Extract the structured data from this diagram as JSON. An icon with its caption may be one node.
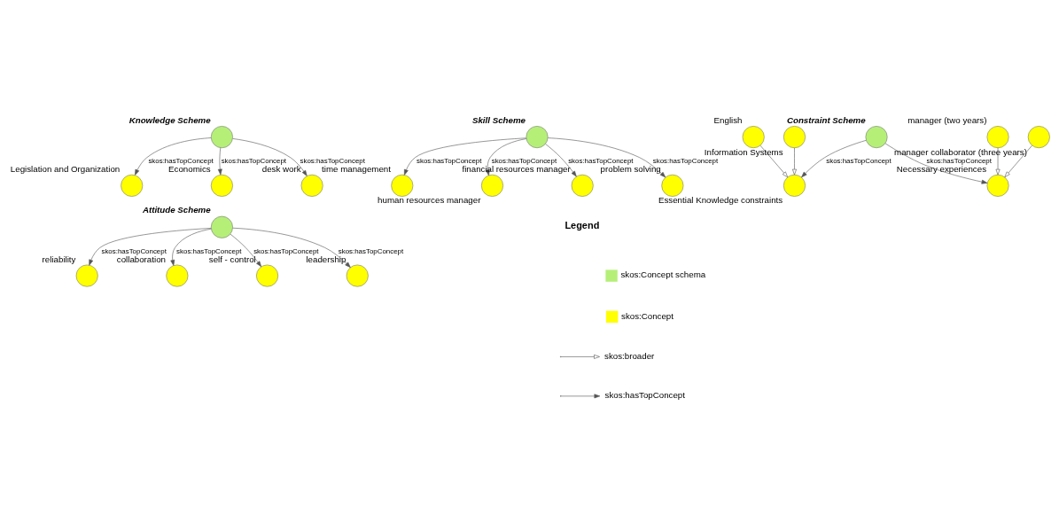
{
  "diagram": {
    "nodes": [
      {
        "text": [
          "Knowledge Scheme"
        ]
      },
      {
        "text": [
          "Legislation and Organization"
        ]
      },
      {
        "text": [
          "Economics"
        ]
      },
      {
        "text": [
          "desk work"
        ]
      },
      {
        "text": [
          "Skill Scheme"
        ]
      },
      {
        "text": [
          "time management"
        ]
      },
      {
        "text": [
          "human resources manager"
        ]
      },
      {
        "text": [
          "financial resources manager"
        ]
      },
      {
        "text": [
          "problem solving"
        ]
      },
      {
        "text": [
          "English"
        ]
      },
      {
        "text": [
          "Essential Knowledge constraints"
        ]
      },
      {
        "text": [
          "Information Systems"
        ]
      },
      {
        "text": [
          "Attitude Scheme"
        ]
      },
      {
        "text": [
          "reliability"
        ]
      },
      {
        "text": [
          "collaboration"
        ]
      },
      {
        "text": [
          "self - control"
        ]
      },
      {
        "text": [
          "leadership"
        ]
      },
      {
        "text": [
          "Constraint Scheme"
        ]
      },
      {
        "text": [
          "manager (two years)"
        ]
      },
      {
        "text": [
          "Necessary experiences"
        ]
      },
      {
        "text": [
          "manager collaborator (three years)"
        ]
      }
    ],
    "edges": [
      {
        "from": 0,
        "to": 1,
        "arrow": "to",
        "label": "skos:hasTopConcept"
      },
      {
        "from": 0,
        "to": 2,
        "arrow": "to",
        "label": "skos:hasTopConcept"
      },
      {
        "from": 0,
        "to": 3,
        "arrow": "to",
        "label": "skos:hasTopConcept"
      },
      {
        "from": 4,
        "to": 5,
        "arrow": "to",
        "label": "skos:hasTopConcept"
      },
      {
        "from": 4,
        "to": 6,
        "arrow": "to",
        "label": "skos:hasTopConcept"
      },
      {
        "from": 4,
        "to": 7,
        "arrow": "to",
        "label": "skos:hasTopConcept"
      },
      {
        "from": 4,
        "to": 8,
        "arrow": "to",
        "label": "skos:hasTopConcept"
      },
      {
        "from": 9,
        "to": 10,
        "arrow": "to"
      },
      {
        "from": 11,
        "to": 10,
        "arrow": "to"
      },
      {
        "from": 12,
        "to": 13,
        "arrow": "to",
        "label": "skos:hasTopConcept"
      },
      {
        "from": 12,
        "to": 14,
        "arrow": "to",
        "label": "skos:hasTopConcept"
      },
      {
        "from": 12,
        "to": 15,
        "arrow": "to",
        "label": "skos:hasTopConcept"
      },
      {
        "from": 12,
        "to": 16,
        "arrow": "to",
        "label": "skos:hasTopConcept"
      },
      {
        "from": 17,
        "to": 10,
        "arrow": "to",
        "label": "skos:hasTopConcept"
      },
      {
        "from": 17,
        "to": 19,
        "arrow": "to",
        "label": "skos:hasTopConcept"
      },
      {
        "from": 18,
        "to": 19,
        "arrow": "to"
      },
      {
        "from": 20,
        "to": 19,
        "arrow": "to"
      }
    ],
    "labels": [
      "Legend"
    ],
    "legend": [
      {
        "text": "skos:Concept schema",
        "color": "#b5ef78"
      },
      {
        "text": "skos:Concept",
        "color": "#ffff00"
      },
      {
        "text": "skos:broader"
      },
      {
        "text": "skos:hasTopConcept"
      }
    ]
  }
}
